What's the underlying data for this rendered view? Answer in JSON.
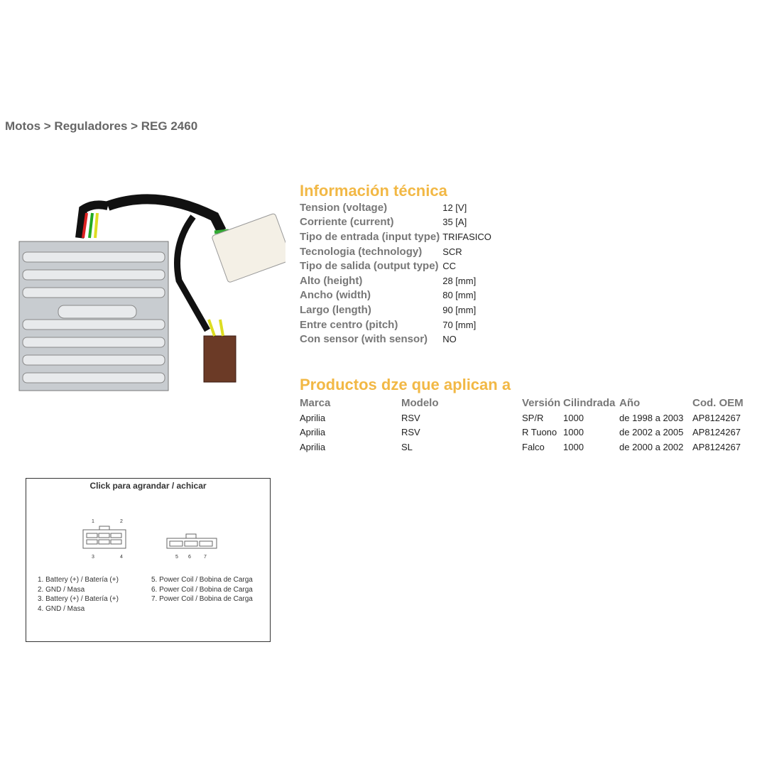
{
  "breadcrumb": [
    "Motos",
    "Reguladores",
    "REG 2460"
  ],
  "breadcrumb_sep": " > ",
  "tech": {
    "title": "Información técnica",
    "rows": [
      {
        "label": "Tension (voltage)",
        "value": "12 [V]"
      },
      {
        "label": "Corriente (current)",
        "value": "35 [A]"
      },
      {
        "label": "Tipo de entrada (input type)",
        "value": "TRIFASICO"
      },
      {
        "label": "Tecnologia (technology)",
        "value": "SCR"
      },
      {
        "label": "Tipo de salida (output type)",
        "value": "CC"
      },
      {
        "label": "Alto (height)",
        "value": "28 [mm]"
      },
      {
        "label": "Ancho (width)",
        "value": "80 [mm]"
      },
      {
        "label": "Largo (length)",
        "value": "90 [mm]"
      },
      {
        "label": "Entre centro (pitch)",
        "value": "70 [mm]"
      },
      {
        "label": "Con sensor (with sensor)",
        "value": "NO"
      }
    ]
  },
  "apps": {
    "title": "Productos dze que aplican a",
    "headers": [
      "Marca",
      "Modelo",
      "Versión",
      "Cilindrada",
      "Año",
      "Cod. OEM"
    ],
    "rows": [
      [
        "Aprilia",
        "RSV",
        "SP/R",
        "1000",
        "de 1998 a 2003",
        "AP8124267"
      ],
      [
        "Aprilia",
        "RSV",
        "R Tuono",
        "1000",
        "de 2002 a 2005",
        "AP8124267"
      ],
      [
        "Aprilia",
        "SL",
        "Falco",
        "1000",
        "de 2000 a 2002",
        "AP8124267"
      ]
    ]
  },
  "diagram": {
    "title": "Click para agrandar / achicar",
    "pins_a": [
      "1",
      "2",
      "3",
      "4"
    ],
    "pins_b": [
      "5",
      "6",
      "7"
    ],
    "legend_left": [
      "1. Battery (+) / Batería (+)",
      "2. GND / Masa",
      "3. Battery (+) / Batería (+)",
      "4. GND / Masa"
    ],
    "legend_right": [
      "5. Power Coil / Bobina de Carga",
      "6. Power Coil / Bobina de Carga",
      "7. Power Coil / Bobina de Carga"
    ]
  }
}
